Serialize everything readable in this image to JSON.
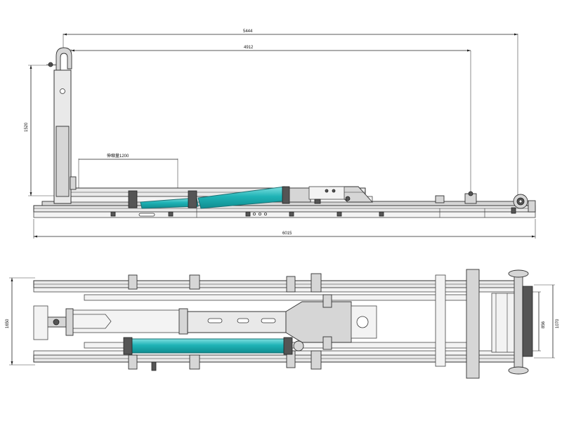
{
  "dimensions": {
    "side_overall_top": "5444",
    "side_hook_to_rear": "4912",
    "side_hook_height": "1520",
    "side_stroke_label": "伸缩量1200",
    "side_overall_bottom": "6015",
    "plan_outer_width": "1650",
    "plan_inner_width": "1070",
    "plan_rear_width": "856"
  },
  "colors": {
    "cylinder": "#1fb3b6",
    "cylinder_highlight": "#7fe0e0",
    "frame": "#e9e9e9",
    "line": "#333333"
  }
}
